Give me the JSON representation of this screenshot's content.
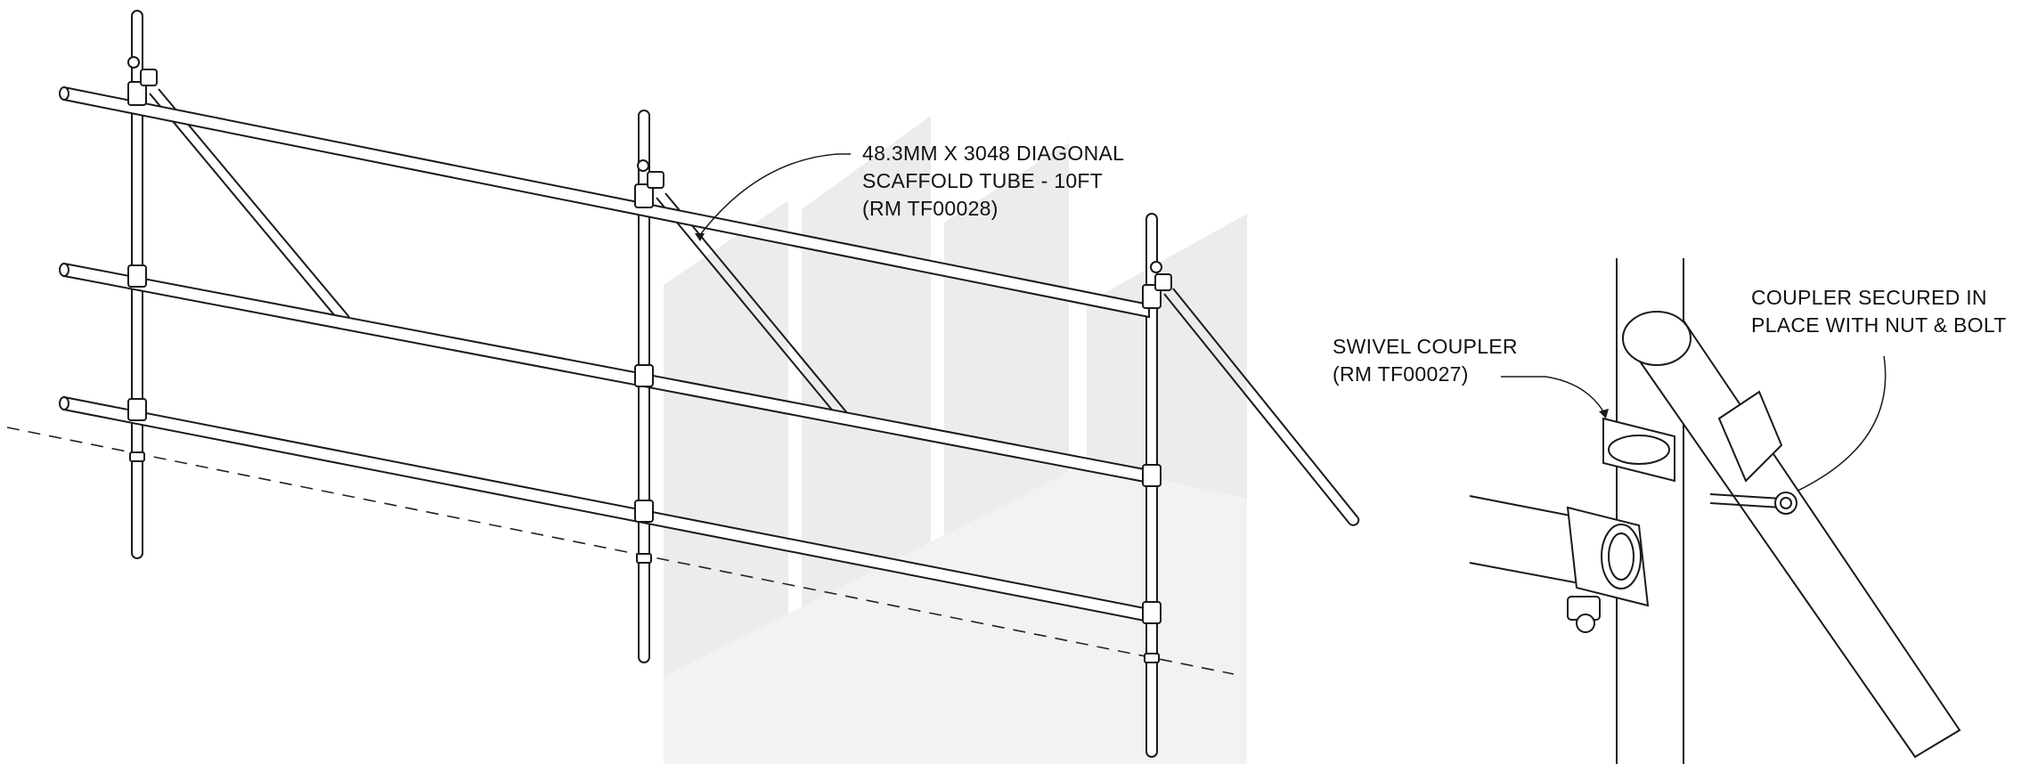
{
  "labels": {
    "diagonal_tube": {
      "line1": "48.3MM X 3048 DIAGONAL",
      "line2": "SCAFFOLD TUBE - 10FT",
      "line3": "(RM TF00028)"
    },
    "swivel_coupler": {
      "line1": "SWIVEL COUPLER",
      "line2": "(RM TF00027)"
    },
    "coupler_secured": {
      "line1": "COUPLER SECURED IN",
      "line2": "PLACE WITH NUT & BOLT"
    }
  },
  "colors": {
    "line": "#1a1a1a",
    "watermark": "#ededed",
    "background": "#ffffff"
  }
}
